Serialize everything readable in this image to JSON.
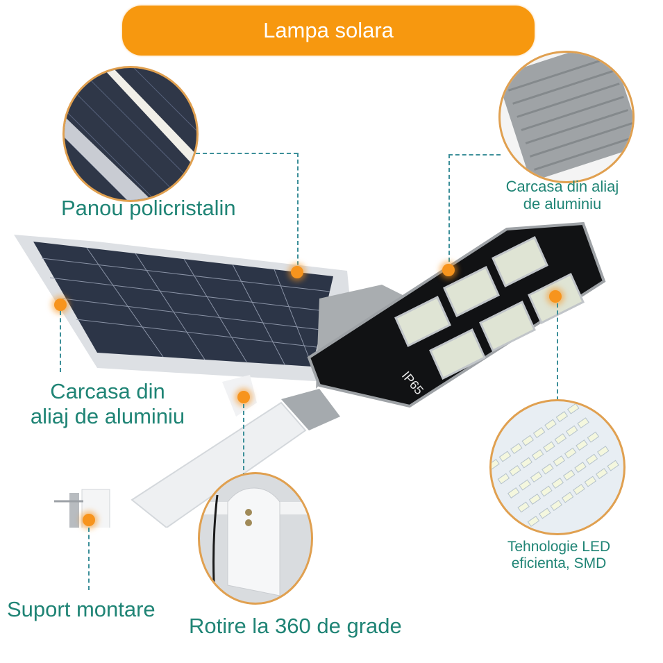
{
  "title": "Lampa solara",
  "labels": {
    "panel": "Panou policristalin",
    "housing_top": [
      "Carcasa din aliaj",
      "de aluminiu"
    ],
    "housing_left": [
      "Carcasa din",
      "aliaj de aluminiu"
    ],
    "led": [
      "Tehnologie LED",
      "eficienta, SMD"
    ],
    "mount": "Suport montare",
    "rotation": "Rotire la 360 de grade"
  },
  "lamp_marking": "IP65",
  "colors": {
    "accent": "#f7980f",
    "label_text": "#1f8475",
    "leader_line": "#3c8f99",
    "circle_border": "#e0a050"
  }
}
